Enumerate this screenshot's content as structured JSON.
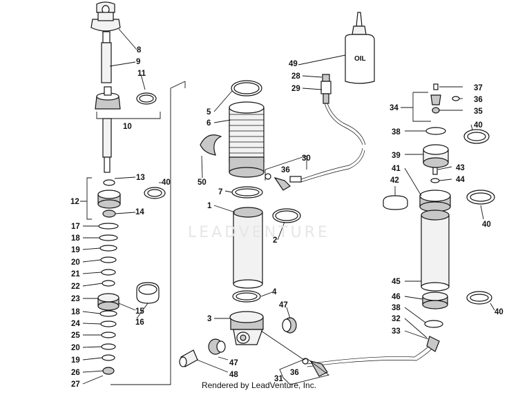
{
  "watermark": "LEADVENTURE",
  "footer": "Rendered by LeadVenture, Inc.",
  "oil_label": "OIL",
  "callouts": {
    "c8": "8",
    "c9": "9",
    "c11": "11",
    "c10": "10",
    "c13": "13",
    "c40a": "40",
    "c12": "12",
    "c14": "14",
    "c17": "17",
    "c18a": "18",
    "c19a": "19",
    "c20a": "20",
    "c21": "21",
    "c22": "22",
    "c23": "23",
    "c15": "15",
    "c16": "16",
    "c18b": "18",
    "c24": "24",
    "c25": "25",
    "c20b": "20",
    "c19b": "19",
    "c26": "26",
    "c27": "27",
    "c5": "5",
    "c6": "6",
    "c50": "50",
    "c30": "30",
    "c36a": "36",
    "c7": "7",
    "c1": "1",
    "c2": "2",
    "c4": "4",
    "c47a": "47",
    "c3": "3",
    "c47b": "47",
    "c48": "48",
    "c36b": "36",
    "c31": "31",
    "c49": "49",
    "c28": "28",
    "c29": "29",
    "c37": "37",
    "c34": "34",
    "c36c": "36",
    "c35": "35",
    "c38a": "38",
    "c40b": "40",
    "c39": "39",
    "c41": "41",
    "c43": "43",
    "c42": "42",
    "c44": "44",
    "c40c": "40",
    "c45": "45",
    "c46": "46",
    "c38b": "38",
    "c40d": "40",
    "c32": "32",
    "c33": "33"
  }
}
